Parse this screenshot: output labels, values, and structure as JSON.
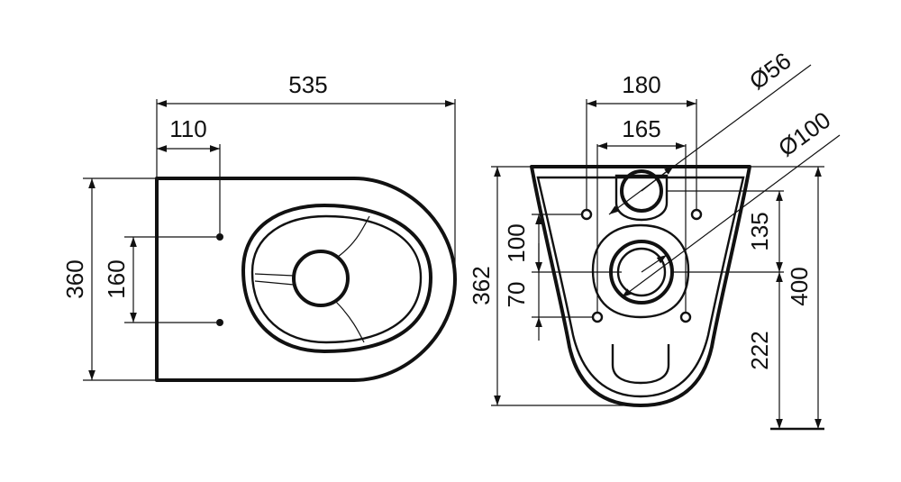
{
  "drawing": {
    "top_view": {
      "overall_length": "535",
      "hole_offset": "110",
      "overall_width": "360",
      "hole_spacing": "160"
    },
    "front_view": {
      "outer_width": "180",
      "inner_width": "165",
      "pipe_diameter": "Ø56",
      "outlet_diameter": "Ø100",
      "outlet_offset": "100",
      "hole_offset": "70",
      "total_height": "362",
      "inlet_height": "135",
      "outlet_height": "222",
      "floor_height": "400"
    }
  },
  "colors": {
    "line": "#111111",
    "background": "#ffffff"
  }
}
